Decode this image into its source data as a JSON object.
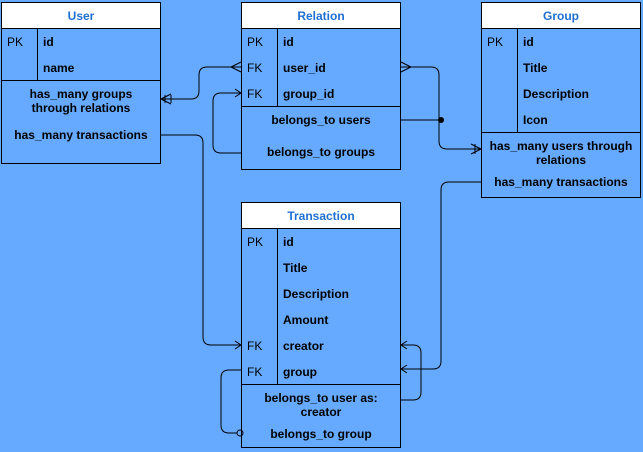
{
  "user": {
    "title": "User",
    "fields": [
      {
        "key": "PK",
        "name": "id"
      },
      {
        "key": "",
        "name": "name"
      }
    ],
    "relations": [
      "has_many groups through relations",
      "has_many transactions"
    ]
  },
  "relation": {
    "title": "Relation",
    "fields": [
      {
        "key": "PK",
        "name": "id"
      },
      {
        "key": "FK",
        "name": "user_id"
      },
      {
        "key": "FK",
        "name": "group_id"
      }
    ],
    "relations": [
      "belongs_to users",
      "belongs_to groups"
    ]
  },
  "group": {
    "title": "Group",
    "fields": [
      {
        "key": "PK",
        "name": "id"
      },
      {
        "key": "",
        "name": "Title"
      },
      {
        "key": "",
        "name": "Description"
      },
      {
        "key": "",
        "name": "Icon"
      }
    ],
    "relations": [
      "has_many users through relations",
      "has_many transactions"
    ]
  },
  "transaction": {
    "title": "Transaction",
    "fields": [
      {
        "key": "PK",
        "name": "id"
      },
      {
        "key": "",
        "name": "Title"
      },
      {
        "key": "",
        "name": "Description"
      },
      {
        "key": "",
        "name": "Amount"
      },
      {
        "key": "FK",
        "name": "creator"
      },
      {
        "key": "FK",
        "name": "group"
      }
    ],
    "relations": [
      "belongs_to user as: creator",
      "belongs_to group"
    ]
  },
  "colors": {
    "background": "#66aaff",
    "title_text": "#1f6fd1",
    "line": "#000000"
  }
}
